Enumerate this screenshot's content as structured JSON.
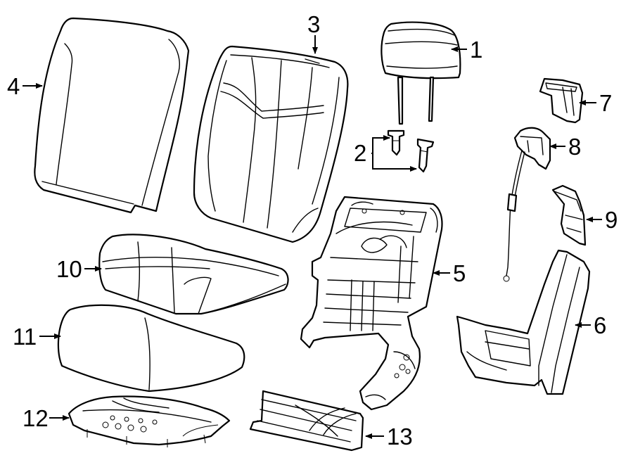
{
  "diagram": {
    "colors": {
      "line": "#000000",
      "background": "#ffffff"
    },
    "callouts": [
      {
        "id": "headrest",
        "label": "1"
      },
      {
        "id": "headrest-guide",
        "label": "2"
      },
      {
        "id": "back-cover",
        "label": "3"
      },
      {
        "id": "back-pad",
        "label": "4"
      },
      {
        "id": "back-frame",
        "label": "5"
      },
      {
        "id": "side-shield",
        "label": "6"
      },
      {
        "id": "recliner-handle",
        "label": "7"
      },
      {
        "id": "release-cable-bracket",
        "label": "8"
      },
      {
        "id": "trim-bezel",
        "label": "9"
      },
      {
        "id": "cushion-cover",
        "label": "10"
      },
      {
        "id": "cushion-pad",
        "label": "11"
      },
      {
        "id": "cushion-frame",
        "label": "12"
      },
      {
        "id": "cushion-support",
        "label": "13"
      }
    ]
  }
}
